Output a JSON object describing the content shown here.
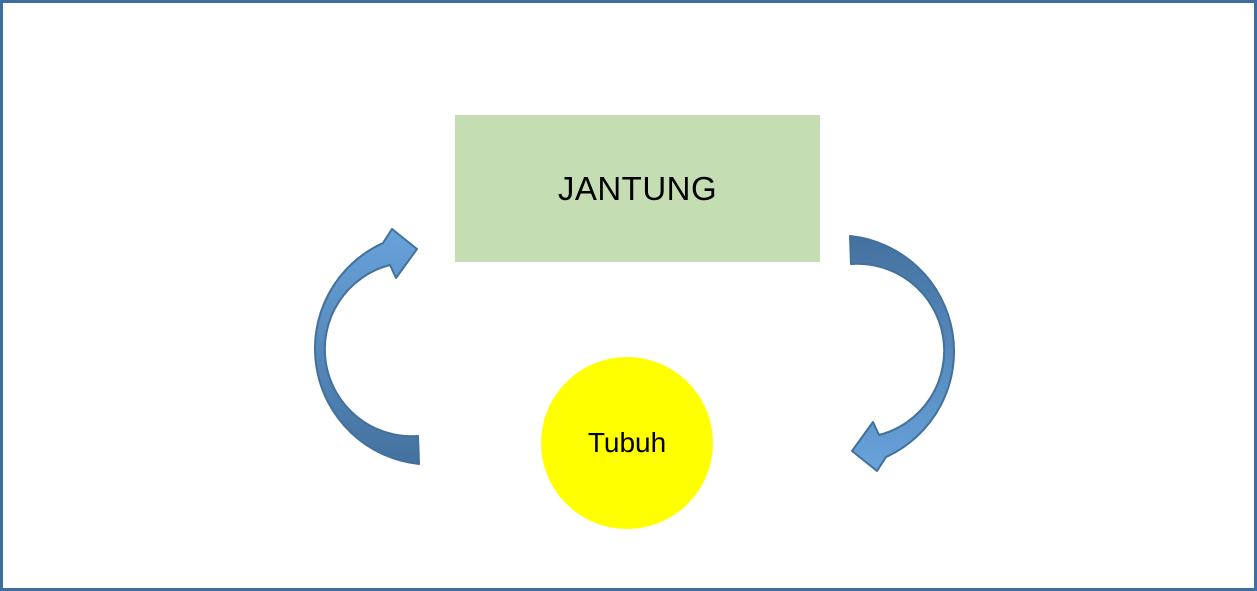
{
  "colors": {
    "canvas_bg": "#ffffff",
    "canvas_border": "#3c6f9f",
    "heart_fill": "#c5ddb2",
    "body_fill": "#ffff00",
    "arrow_light": "#68a3da",
    "arrow_dark": "#44719f",
    "arrow_outline": "#41719c",
    "label_color": "#000000"
  },
  "diagram": {
    "nodes": {
      "heart": {
        "label": "JANTUNG",
        "shape": "rectangle"
      },
      "body": {
        "label": "Tubuh",
        "shape": "circle"
      }
    },
    "arrows": {
      "left": {
        "icon": "curved-arrow-up-icon"
      },
      "right": {
        "icon": "curved-arrow-down-icon"
      }
    }
  }
}
